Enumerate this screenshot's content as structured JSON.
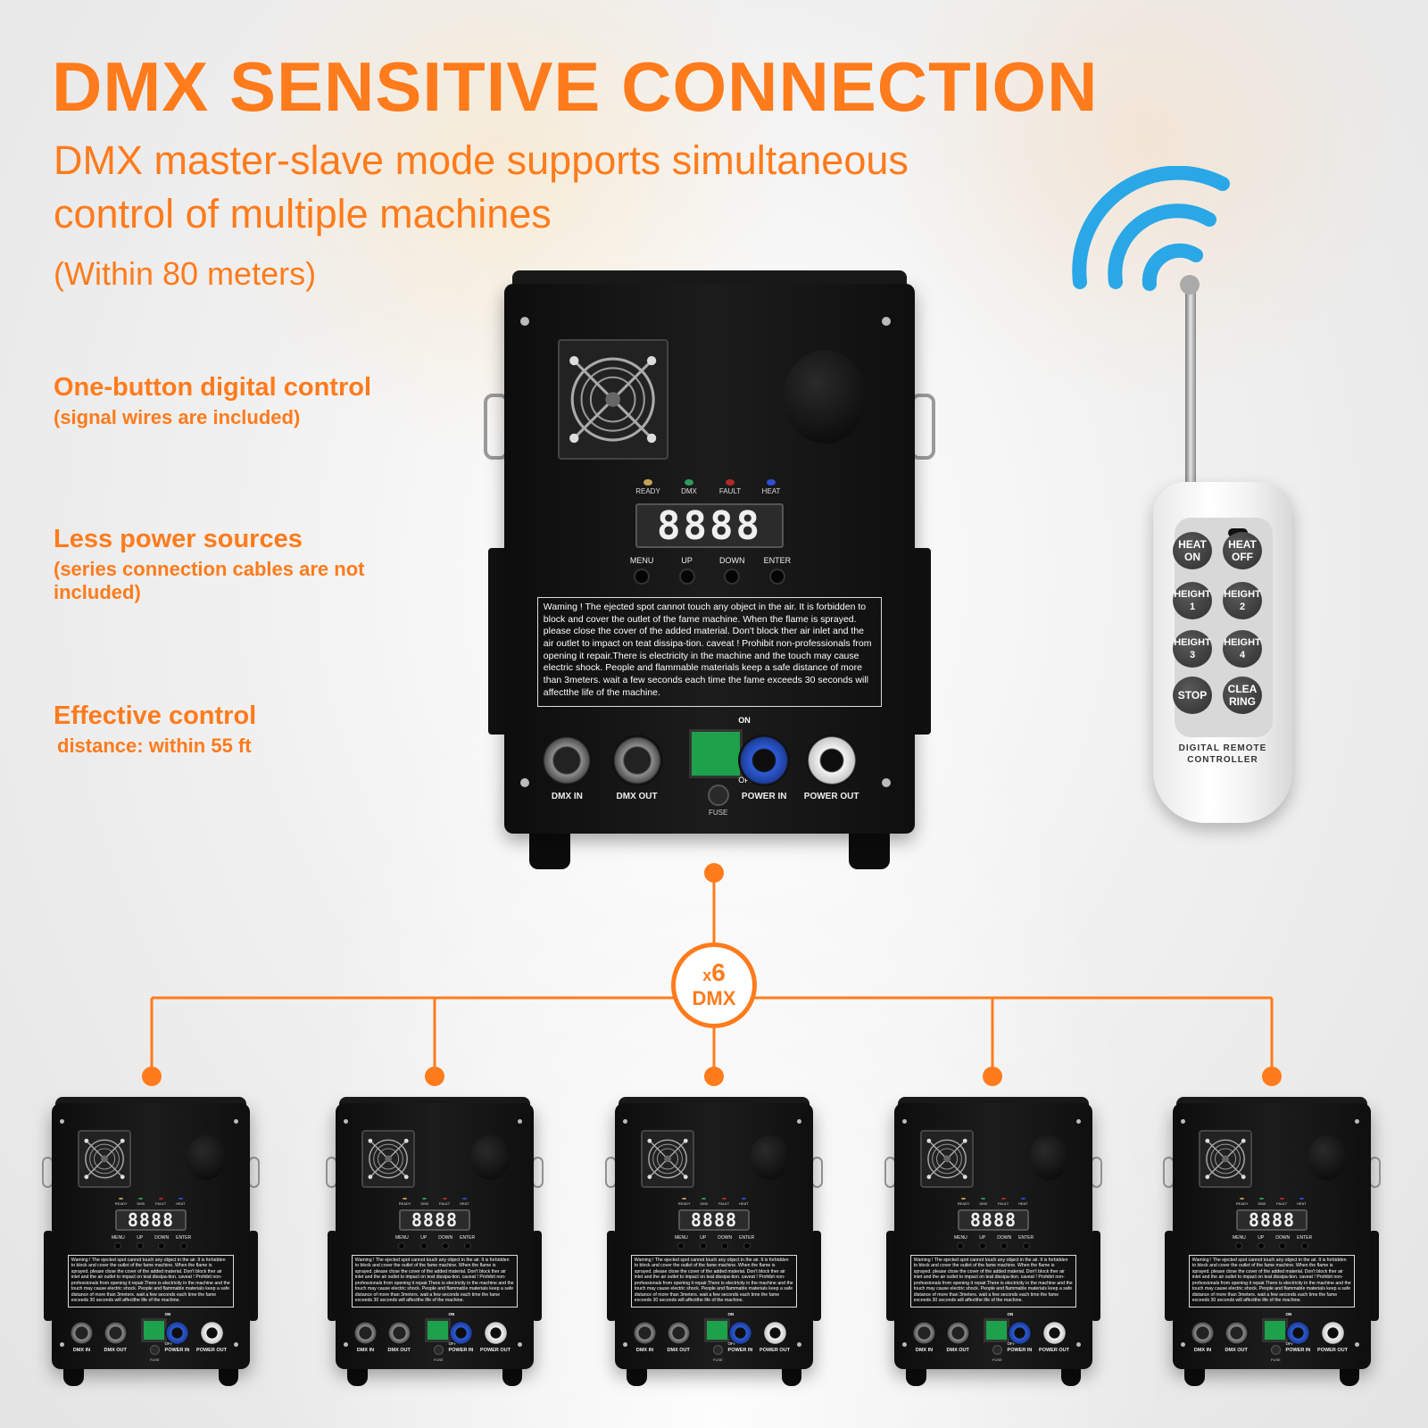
{
  "header": {
    "title": "DMX SENSITIVE CONNECTION",
    "subtitle": "DMX master-slave mode supports simultaneous control of multiple machines",
    "range_note": "(Within 80 meters)"
  },
  "features": [
    {
      "title": "One-button digital control",
      "sub": "(signal wires are included)"
    },
    {
      "title": "Less power sources",
      "sub": "(series connection cables are not included)"
    },
    {
      "title": "Effective control",
      "sub": "distance: within 55 ft"
    }
  ],
  "colors": {
    "accent": "#ff7b1c",
    "signal": "#2aa7e6"
  },
  "machine": {
    "leds": [
      {
        "label": "READY",
        "color": "#c8a25a"
      },
      {
        "label": "DMX",
        "color": "#2f9a5a"
      },
      {
        "label": "FAULT",
        "color": "#b02a2a"
      },
      {
        "label": "HEAT",
        "color": "#2b4fd0"
      }
    ],
    "display": "8888",
    "buttons": [
      "MENU",
      "UP",
      "DOWN",
      "ENTER"
    ],
    "warning": "Waming ! The ejected spot cannot touch any object in the air. It is forbidden to block and cover the outlet of the fame machine. When the flame is sprayed. please close the cover of the added material. Don't block ther air inlet and the air outlet to impact on teat dissipa-tion. caveat ! Prohibit non-professionals from opening it repair.There is electricity in the machine and the touch may cause electric shock. People and flammable materials keep a safe distance of more than 3meters. wait a few seconds each time the fame exceeds 30 seconds will affectthe life of the machine.",
    "switch_on": "ON",
    "switch_off": "OFF",
    "fuse": "FUSE",
    "ports": [
      "DMX IN",
      "DMX OUT",
      "POWER IN",
      "POWER OUT"
    ]
  },
  "remote": {
    "buttons": [
      "HEAT\nON",
      "HEAT\nOFF",
      "HEIGHT\n1",
      "HEIGHT\n2",
      "HEIGHT\n3",
      "HEIGHT\n4",
      "STOP",
      "CLEA\nRING"
    ],
    "label": "DIGITAL REMOTE CONTROLLER"
  },
  "connection": {
    "prefix": "x",
    "count": "6",
    "protocol": "DMX"
  }
}
